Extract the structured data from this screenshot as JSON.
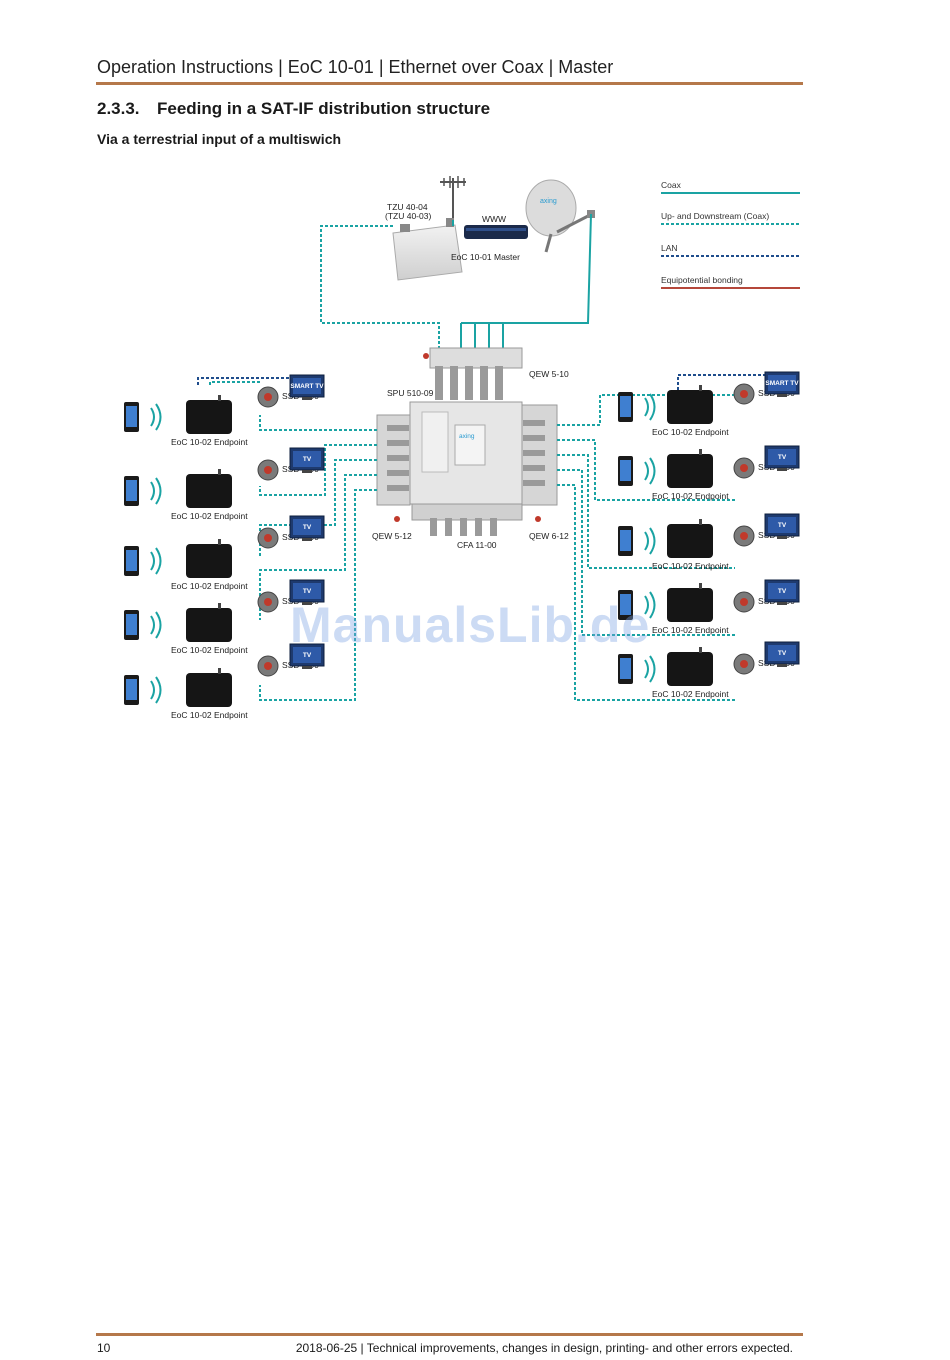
{
  "header": {
    "title": "Operation Instructions | EoC 10-01 | Ethernet over Coax | Master"
  },
  "section": {
    "number": "2.3.3.",
    "title": "Feeding in a SAT-IF distribution structure"
  },
  "subheading": "Via a terrestrial input of a multiswich",
  "diagram": {
    "legend": [
      {
        "label": "Coax",
        "color": "#1aa3a3",
        "style": "solid"
      },
      {
        "label": "Up- and Downstream (Coax)",
        "color": "#1aa3a3",
        "style": "dotted"
      },
      {
        "label": "LAN",
        "color": "#1f4d8c",
        "style": "dotted"
      },
      {
        "label": "Equipotential bonding",
        "color": "#b5473a",
        "style": "solid"
      }
    ],
    "labels": {
      "tzu_main": "TZU 40-04",
      "tzu_alt": "(TZU 40-03)",
      "www": "WWW",
      "master": "EoC 10-01 Master",
      "qew_top": "QEW 5-10",
      "spu": "SPU 510-09",
      "qew_left": "QEW 5-12",
      "cfa": "CFA 11-00",
      "qew_right": "QEW 6-12",
      "endpoint": "EoC 10-02 Endpoint",
      "ssd": "SSD 5-00",
      "tv": "TV",
      "smart_tv": "SMART TV",
      "dish_brand": "axing",
      "ms_brand": "axing"
    }
  },
  "watermark": "ManualsLib.de",
  "footer": {
    "page": "10",
    "note": "2018-06-25 | Technical improvements, changes in design, printing- and other errors expected."
  }
}
